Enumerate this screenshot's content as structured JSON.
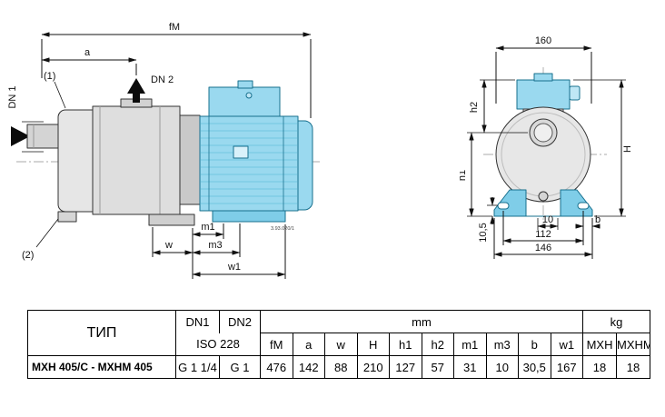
{
  "left_drawing": {
    "dims": {
      "fM": "fM",
      "a": "a",
      "dn1": "DN 1",
      "dn2": "DN 2",
      "m1": "m1",
      "w": "w",
      "m3": "m3",
      "w1": "w1"
    },
    "callout_1": "(1)",
    "callout_2": "(2)",
    "ref_code": "3.93.020/1"
  },
  "right_drawing": {
    "dims": {
      "width_160": "160",
      "h2": "h2",
      "h1": "h1",
      "H": "H",
      "v10_5": "10,5",
      "d10": "10",
      "b": "b",
      "d112": "112",
      "d146": "146"
    }
  },
  "table": {
    "type_header": "ТИП",
    "dn1_label": "DN1",
    "dn2_label": "DN2",
    "iso_label": "ISO 228",
    "mm_label": "mm",
    "kg_label": "kg",
    "dim_cols": [
      "fM",
      "a",
      "w",
      "H",
      "h1",
      "h2",
      "m1",
      "m3",
      "b",
      "w1"
    ],
    "kg_cols": [
      "MXH",
      "MXHM"
    ],
    "row": {
      "type": "MXH 405/C - MXHM 405",
      "dn1": "G 1 1/4",
      "dn2": "G 1",
      "mm": [
        "476",
        "142",
        "88",
        "210",
        "127",
        "57",
        "31",
        "10",
        "30,5",
        "167"
      ],
      "kg": [
        "18",
        "18"
      ]
    }
  }
}
